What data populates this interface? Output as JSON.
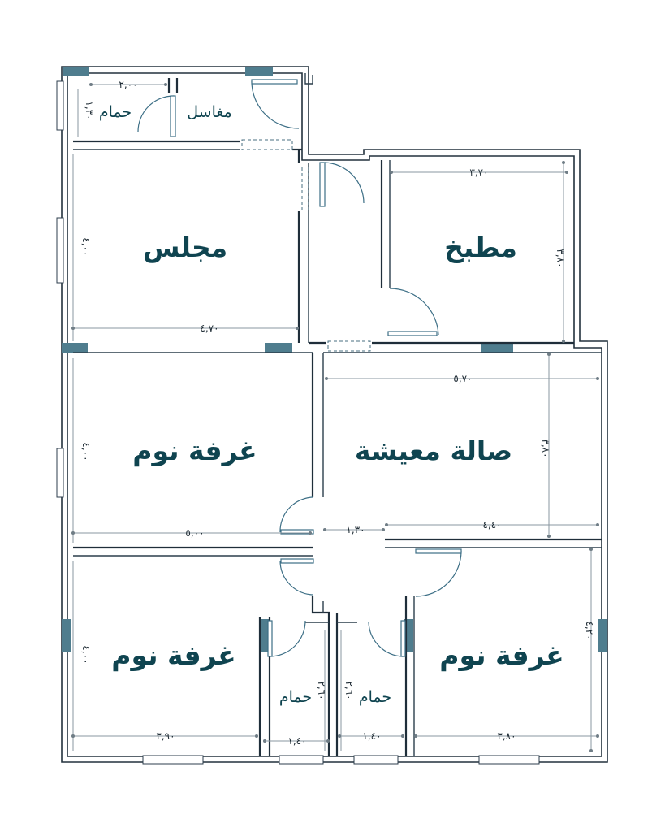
{
  "rooms": {
    "majlis": "مجلس",
    "kitchen": "مطبخ",
    "living": "صالة معيشة",
    "bedroom_left_top": "غرفة نوم",
    "bedroom_left_bottom": "غرفة نوم",
    "bedroom_right": "غرفة نوم",
    "bath_top": "حمام",
    "washbasins": "مغاسل",
    "bath_mid_left": "حمام",
    "bath_mid_right": "حمام"
  },
  "dimensions": {
    "bath_top_width": "٢,٠٠",
    "bath_top_depth": "١,٣٠",
    "kitchen_width": "٣,٧٠",
    "kitchen_depth": "٣,٨٠",
    "majlis_depth": "٤,٠٠",
    "majlis_width": "٤,٧٠",
    "living_width": "٥,٧٠",
    "living_depth": "٣,٨٠",
    "bedroom_top_depth": "٤,٠٠",
    "bedroom_top_width": "٥,٠٠",
    "corridor_width": "١,٣٠",
    "living_lower_width": "٤,٤٠",
    "bedroom_bottom_depth": "٤,٠٠",
    "bedroom_bottom_width": "٣,٩٠",
    "bath_left_width": "١,٤٠",
    "bath_left_depth": "٢,٦٠",
    "bath_right_width": "١,٤٠",
    "bath_right_depth": "٢,٦٠",
    "bedroom_right_width": "٣,٨٠",
    "bedroom_right_depth": "٤,٢٠"
  },
  "colors": {
    "wall": "#1f2e3a",
    "window_block": "#4f7d8e",
    "room_label": "#0f4450",
    "door": "#3d6f86"
  }
}
